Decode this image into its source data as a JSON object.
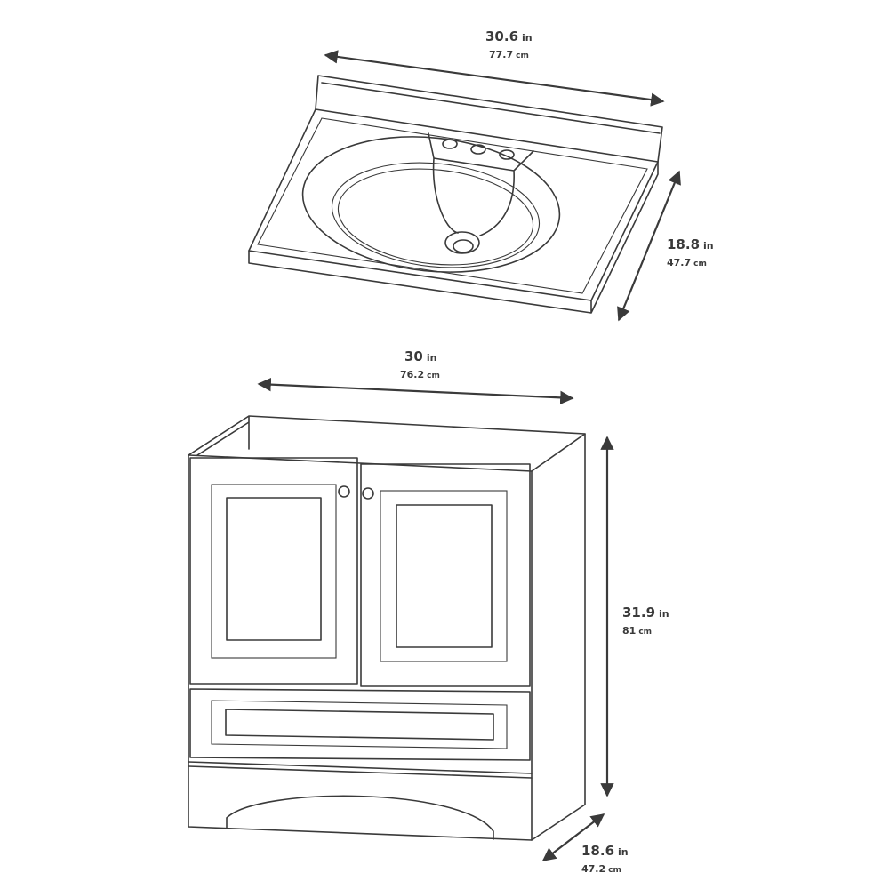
{
  "sink_top": {
    "width": {
      "value": "30.6",
      "unit": "in",
      "metric_value": "77.7",
      "metric_unit": "cm"
    },
    "depth": {
      "value": "18.8",
      "unit": "in",
      "metric_value": "47.7",
      "metric_unit": "cm"
    }
  },
  "cabinet": {
    "width": {
      "value": "30",
      "unit": "in",
      "metric_value": "76.2",
      "metric_unit": "cm"
    },
    "height": {
      "value": "31.9",
      "unit": "in",
      "metric_value": "81",
      "metric_unit": "cm"
    },
    "depth": {
      "value": "18.6",
      "unit": "in",
      "metric_value": "47.2",
      "metric_unit": "cm"
    }
  },
  "colors": {
    "line": "#3a3a3a",
    "background": "#ffffff"
  }
}
